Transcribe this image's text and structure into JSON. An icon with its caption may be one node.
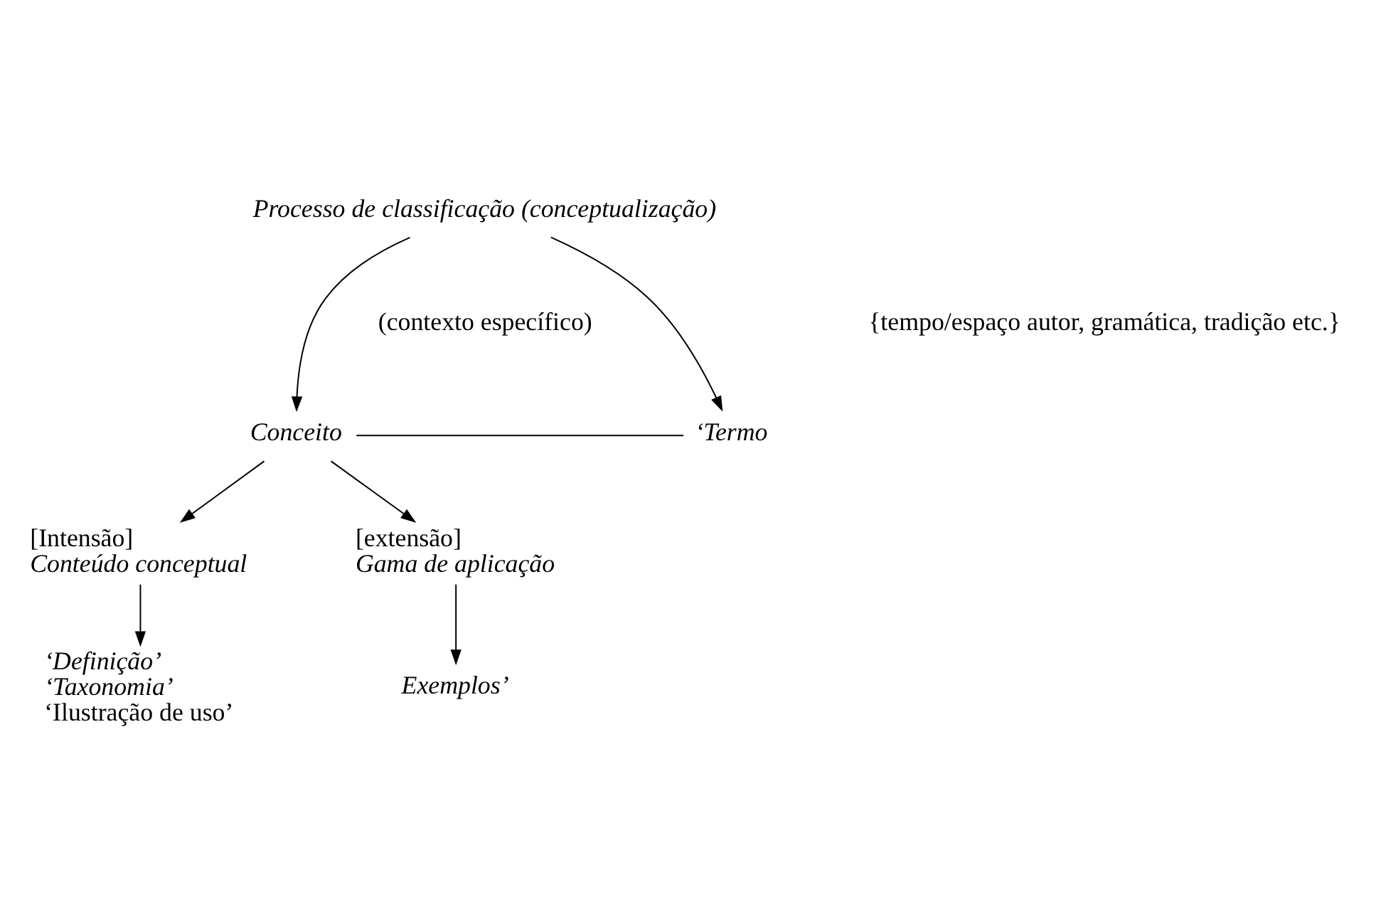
{
  "diagram": {
    "nodes": [
      {
        "text": [
          "Processo de classificação (conceptualização)"
        ]
      },
      {
        "text": [
          "Conceito"
        ]
      },
      {
        "text": [
          "‘Termo"
        ]
      },
      {
        "text": [
          "[Intensão]",
          "Conteúdo conceptual"
        ]
      },
      {
        "text": [
          "[extensão]",
          "Gama de aplicação"
        ]
      },
      {
        "text": [
          "‘Definição’",
          "‘Taxonomia’",
          "‘Ilustração de uso’"
        ]
      },
      {
        "text": [
          "Exemplos’"
        ]
      }
    ],
    "edges": [
      {
        "from": 0,
        "to": 1,
        "arrow": "to"
      },
      {
        "from": 0,
        "to": 2,
        "arrow": "to"
      },
      {
        "from": 1,
        "to": 2,
        "arrow": "none"
      },
      {
        "from": 1,
        "to": 3,
        "arrow": "to"
      },
      {
        "from": 1,
        "to": 4,
        "arrow": "to"
      },
      {
        "from": 3,
        "to": 5,
        "arrow": "to"
      },
      {
        "from": 4,
        "to": 6,
        "arrow": "to"
      }
    ],
    "labels": [
      "(contexto específico)",
      "{tempo/espaço autor, gramática, tradição etc.}"
    ]
  }
}
